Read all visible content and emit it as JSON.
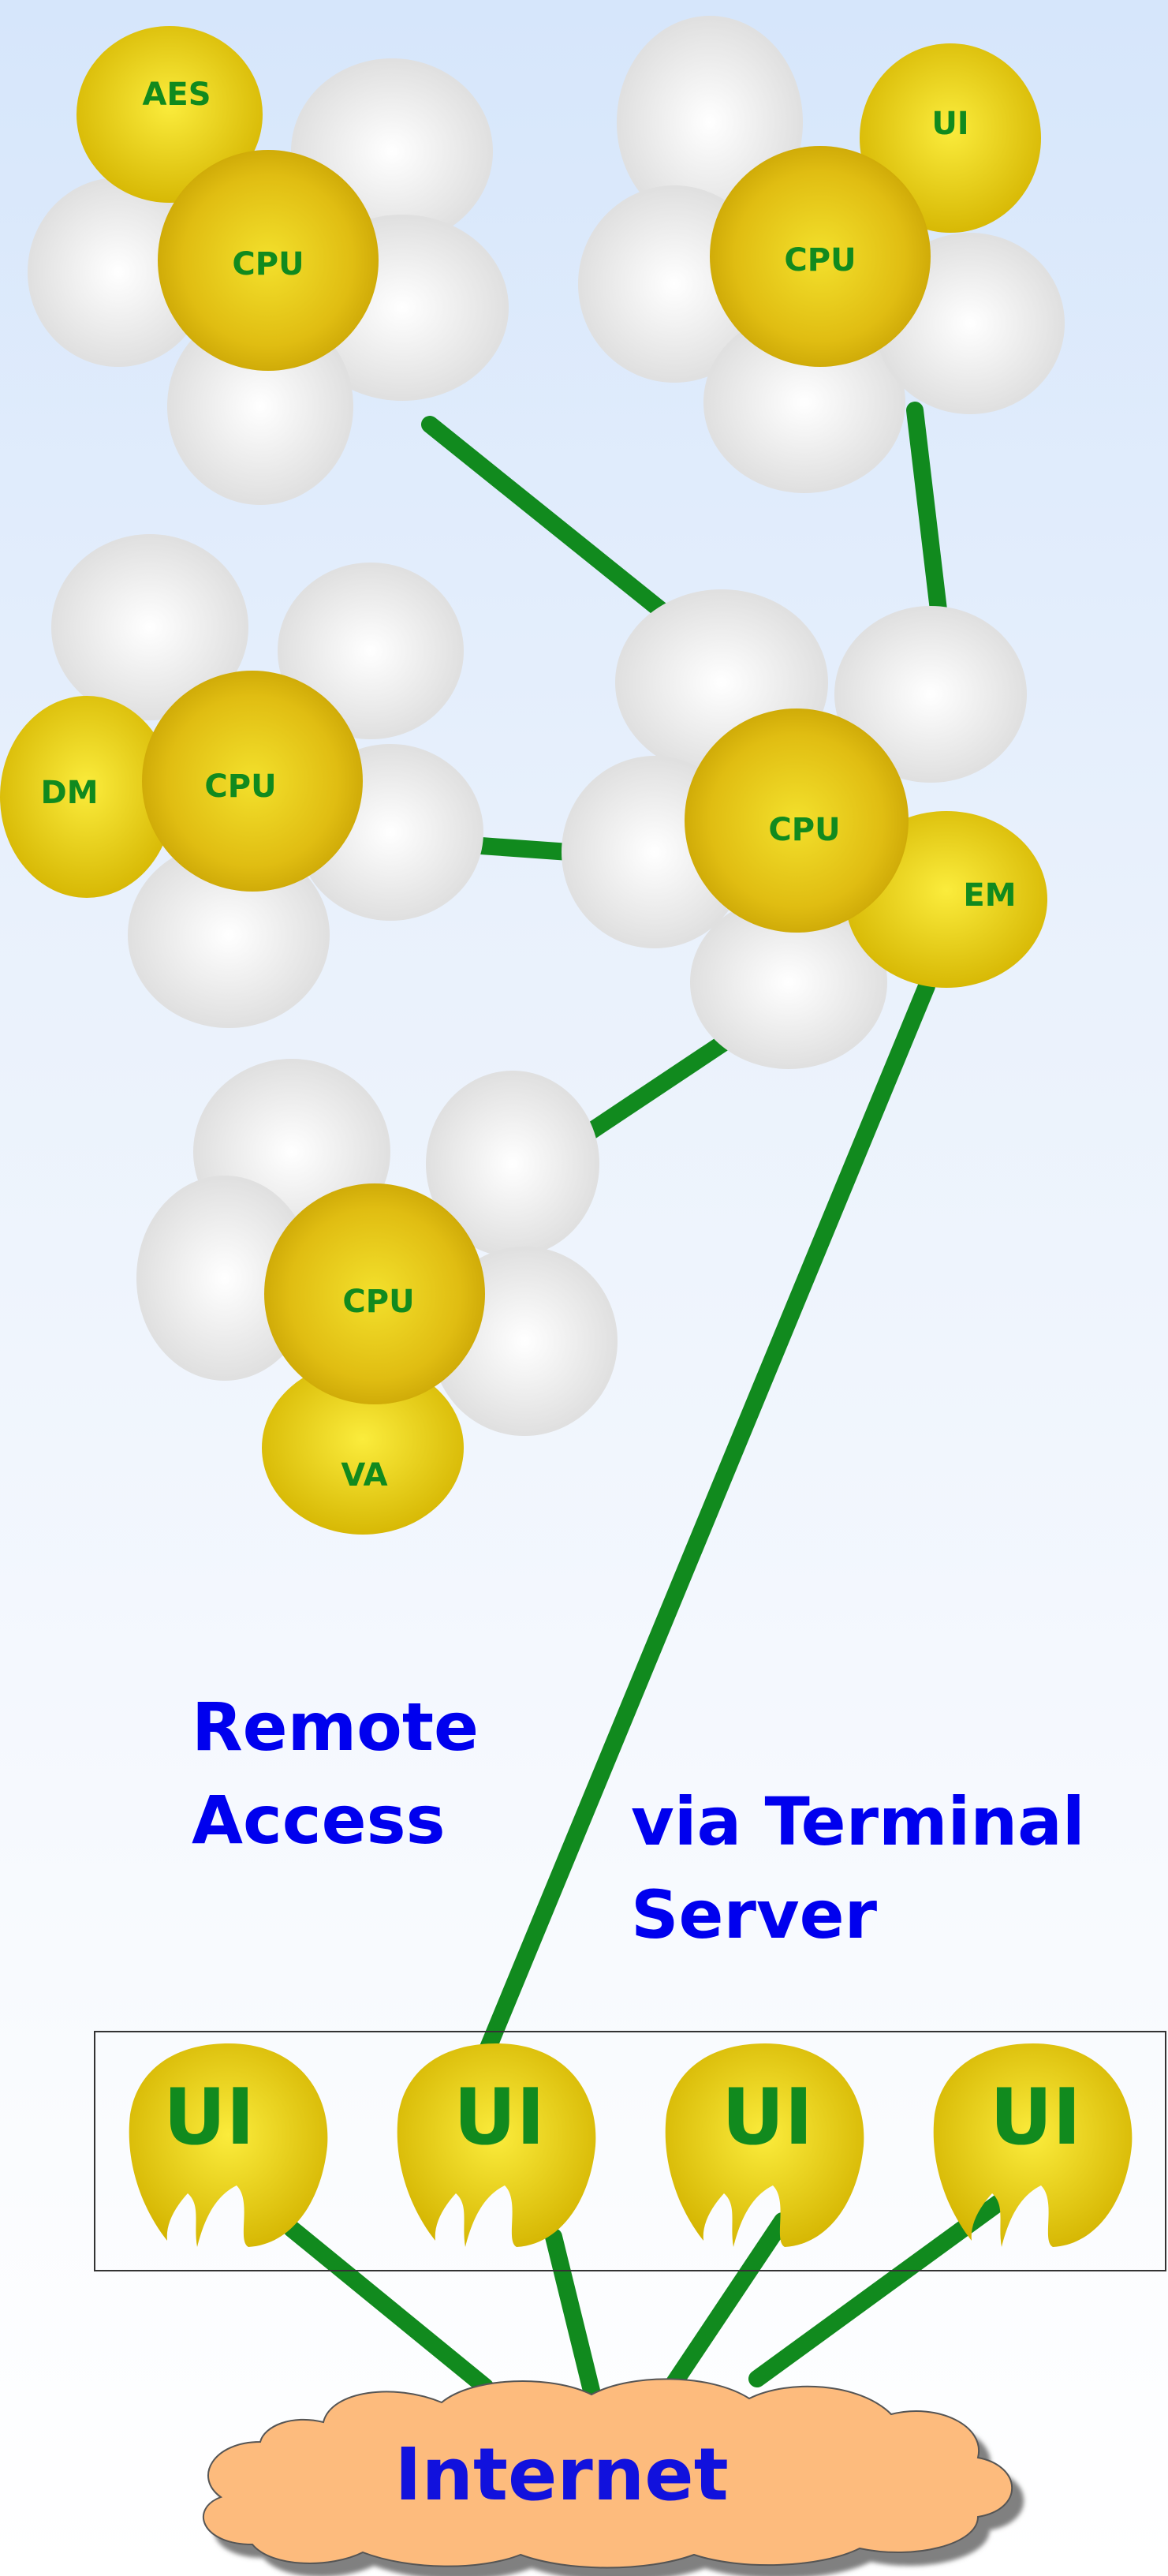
{
  "theme": {
    "link_color": "#118a1e",
    "label_color": "#118a1e",
    "remote_text_color": "#0000ee",
    "internet_text_color": "#1111dd",
    "cloud_color": "#fdbb7d",
    "petal_color": "#ececec",
    "module_petal_color": "#e6d20c",
    "center_color": "#e9c81a"
  },
  "nodes": [
    {
      "id": "n1",
      "cpu_label": "CPU",
      "module_label": "AES"
    },
    {
      "id": "n2",
      "cpu_label": "CPU",
      "module_label": "UI"
    },
    {
      "id": "n3",
      "cpu_label": "CPU",
      "module_label": "DM"
    },
    {
      "id": "n4",
      "cpu_label": "CPU",
      "module_label": "EM"
    },
    {
      "id": "n5",
      "cpu_label": "CPU",
      "module_label": "VA"
    }
  ],
  "links": [
    {
      "from": "n1",
      "to": "n4"
    },
    {
      "from": "n2",
      "to": "n4"
    },
    {
      "from": "n3",
      "to": "n4"
    },
    {
      "from": "n5",
      "to": "n4"
    },
    {
      "from": "n4",
      "to": "ui2"
    },
    {
      "from": "ui1",
      "to": "internet"
    },
    {
      "from": "ui2",
      "to": "internet"
    },
    {
      "from": "ui3",
      "to": "internet"
    },
    {
      "from": "ui4",
      "to": "internet"
    }
  ],
  "remote_access": {
    "line1": "Remote",
    "line2": "Access",
    "line3": "via Terminal",
    "line4": "Server"
  },
  "ui_terminals": [
    {
      "id": "ui1",
      "label": "UI"
    },
    {
      "id": "ui2",
      "label": "UI"
    },
    {
      "id": "ui3",
      "label": "UI"
    },
    {
      "id": "ui4",
      "label": "UI"
    }
  ],
  "internet": {
    "label": "Internet"
  }
}
